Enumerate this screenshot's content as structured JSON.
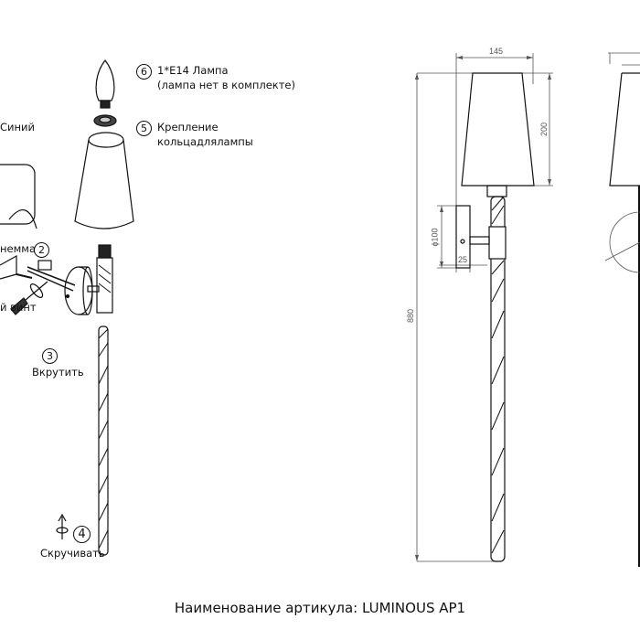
{
  "steps": [
    {
      "number": "⑥",
      "lines": [
        "1*E14 Лампа",
        "(лампа нет в комплекте)"
      ]
    },
    {
      "number": "⑤",
      "lines": [
        "Крепление",
        "кольцадлялампы"
      ]
    },
    {
      "number": "②",
      "label": "немма"
    },
    {
      "number": "③",
      "label": "Вкрутить"
    },
    {
      "number": "④",
      "label": "Скручивать"
    }
  ],
  "labels": {
    "wire_blue": "Синий",
    "screw": "й винт"
  },
  "dimensions": {
    "shade_width": "145",
    "shade_height": "200",
    "total_height": "880",
    "plate_diameter": "ϕ100",
    "plate_depth": "25"
  },
  "footer": "Наименование артикула:  LUMINOUS AP1"
}
